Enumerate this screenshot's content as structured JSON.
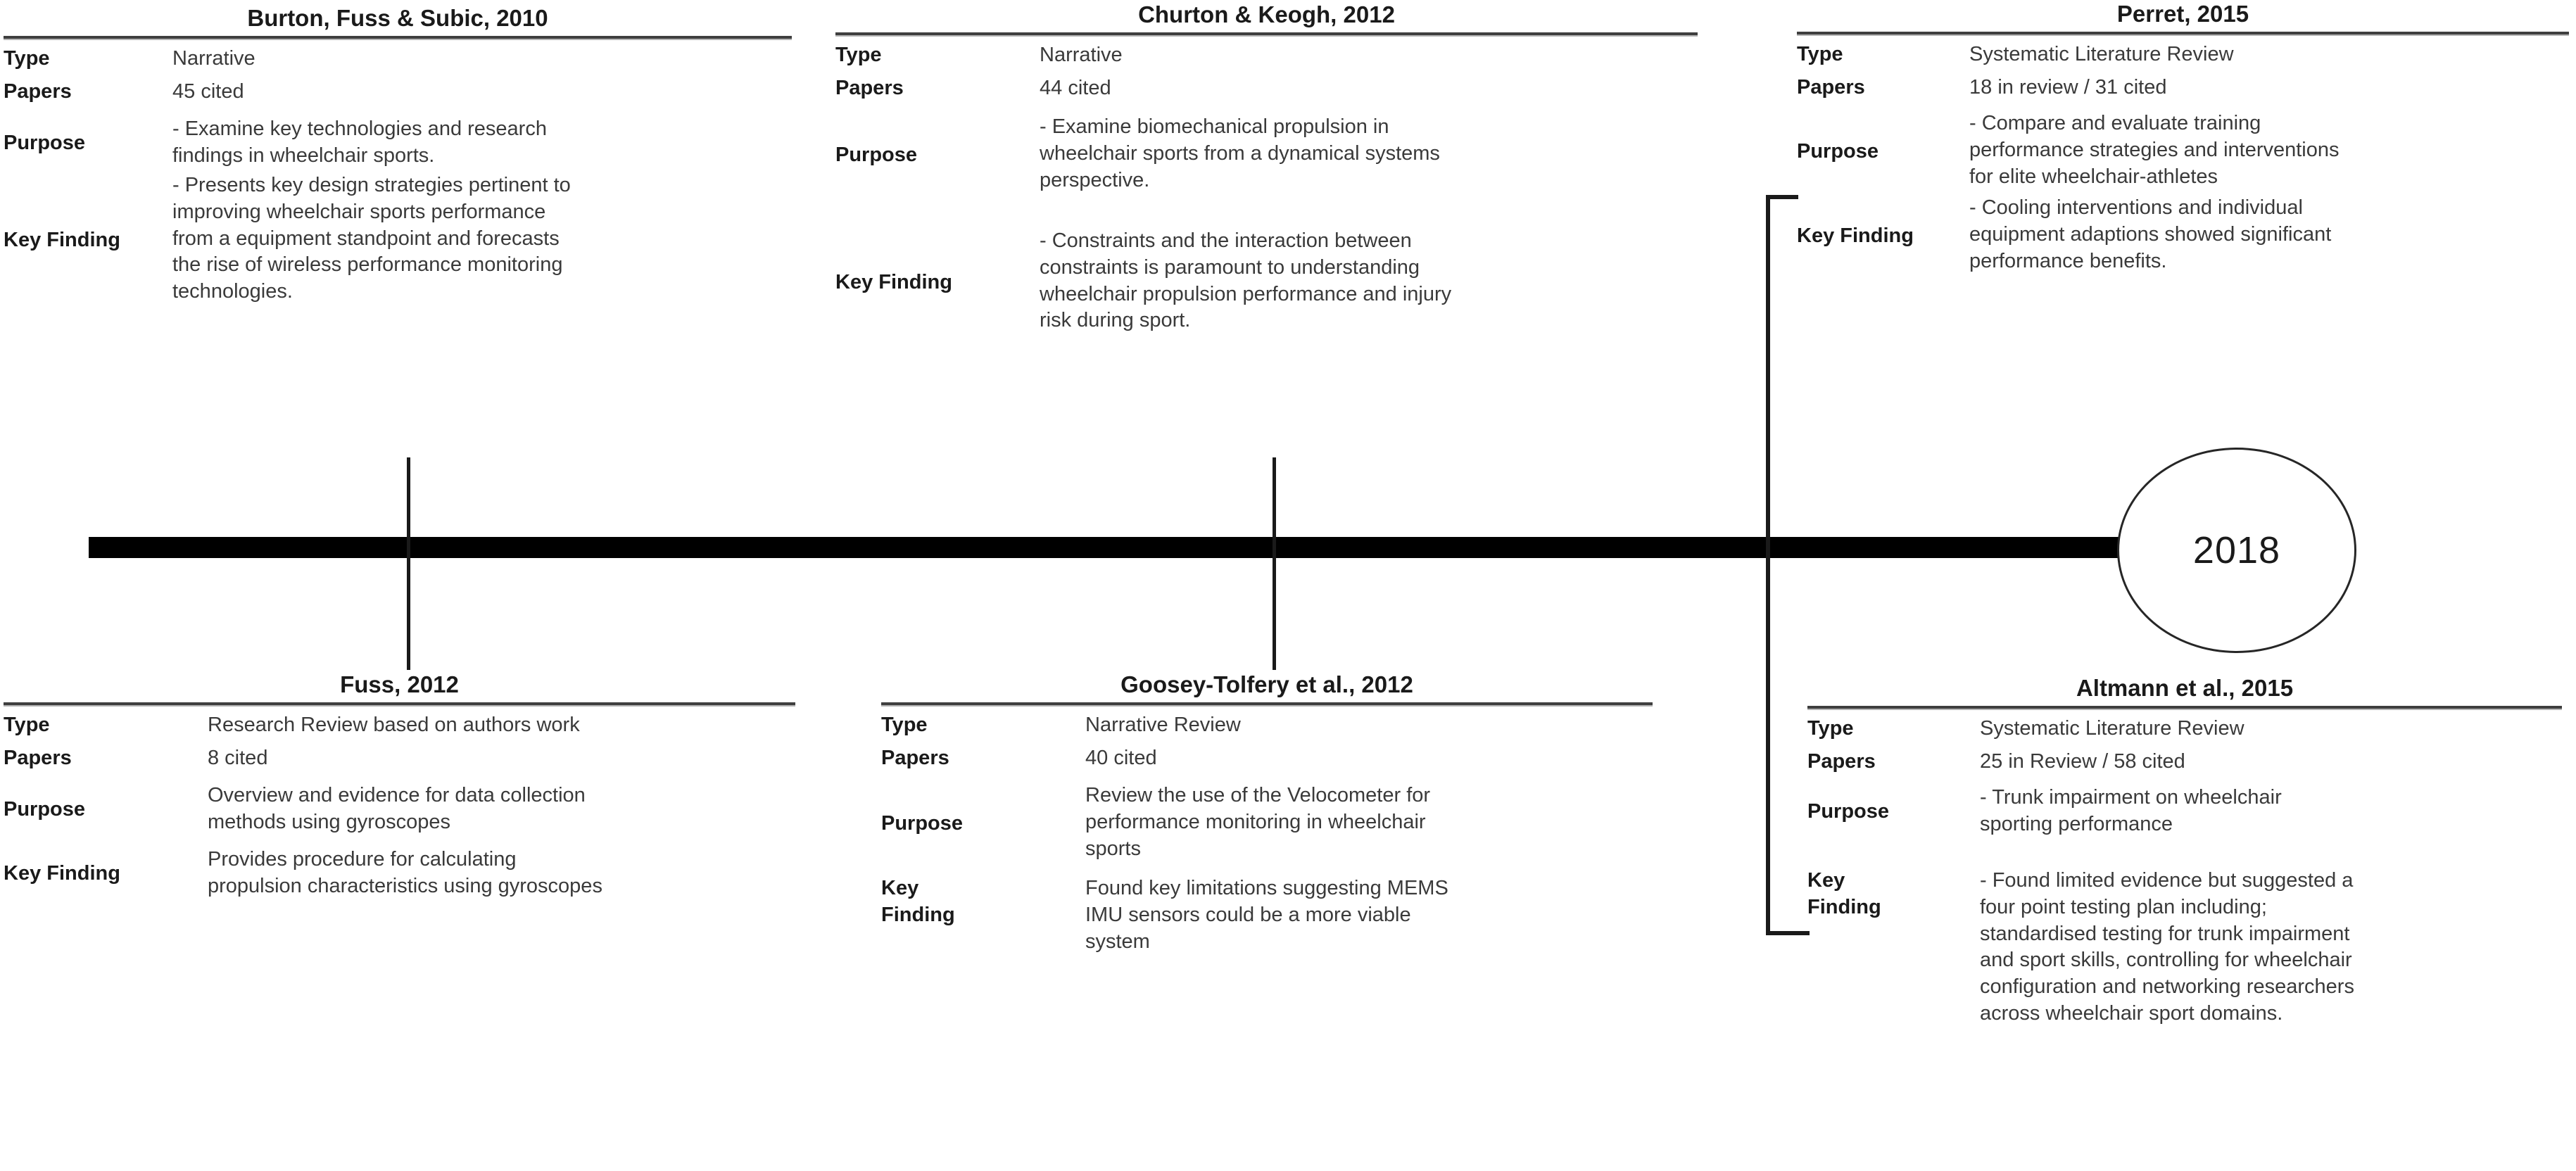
{
  "timeline": {
    "node_label": "2018",
    "spine_color": "#000000",
    "line_color": "#1a1a1a"
  },
  "field_labels": {
    "type": "Type",
    "papers": "Papers",
    "purpose": "Purpose",
    "key_finding": "Key Finding",
    "key_finding_wrapped": "Key\nFinding"
  },
  "cards": [
    {
      "id": "burton-fuss-subic-2010",
      "title": "Burton, Fuss & Subic, 2010",
      "rows": [
        {
          "label": "Type",
          "value": "Narrative"
        },
        {
          "label": "Papers",
          "value": "45 cited"
        },
        {
          "label": "Purpose",
          "value": "- Examine key technologies and research\nfindings in wheelchair sports."
        },
        {
          "label": "Key Finding",
          "value": "- Presents key design strategies pertinent to\nimproving wheelchair sports performance\nfrom a equipment standpoint and forecasts\nthe rise of wireless performance monitoring\ntechnologies."
        }
      ]
    },
    {
      "id": "churton-keogh-2012",
      "title": "Churton & Keogh, 2012",
      "rows": [
        {
          "label": "Type",
          "value": "Narrative"
        },
        {
          "label": "Papers",
          "value": "44 cited"
        },
        {
          "label": "Purpose",
          "value": "- Examine biomechanical propulsion in\nwheelchair sports from a dynamical systems\nperspective."
        },
        {
          "label": "Key Finding",
          "value": "- Constraints and the interaction between\nconstraints is paramount to understanding\nwheelchair propulsion performance and injury\nrisk during sport."
        }
      ]
    },
    {
      "id": "perret-2015",
      "title": "Perret, 2015",
      "rows": [
        {
          "label": "Type",
          "value": "Systematic Literature Review"
        },
        {
          "label": "Papers",
          "value": "18 in review / 31 cited"
        },
        {
          "label": "Purpose",
          "value": "- Compare and evaluate  training\nperformance strategies and interventions\nfor elite wheelchair-athletes"
        },
        {
          "label": "Key Finding",
          "value": "- Cooling interventions and individual\nequipment adaptions  showed significant\nperformance benefits."
        }
      ]
    },
    {
      "id": "fuss-2012",
      "title": "Fuss, 2012",
      "rows": [
        {
          "label": "Type",
          "value": "Research Review based on authors work"
        },
        {
          "label": "Papers",
          "value": "8 cited"
        },
        {
          "label": "Purpose",
          "value": "Overview and evidence for data collection\nmethods using gyroscopes"
        },
        {
          "label": "Key Finding",
          "value": "Provides procedure for calculating\npropulsion characteristics using gyroscopes"
        }
      ]
    },
    {
      "id": "goosey-tolfery-et-al-2012",
      "title": "Goosey-Tolfery et al., 2012",
      "rows": [
        {
          "label": "Type",
          "value": "Narrative Review"
        },
        {
          "label": "Papers",
          "value": "40 cited"
        },
        {
          "label": "Purpose",
          "value": "Review the use of the Velocometer for\nperformance monitoring in wheelchair\nsports"
        },
        {
          "label": "Key\nFinding",
          "value": "Found key limitations suggesting MEMS\nIMU sensors could be a more viable\nsystem"
        }
      ]
    },
    {
      "id": "altmann-et-al-2015",
      "title": "Altmann et al., 2015",
      "rows": [
        {
          "label": "Type",
          "value": "Systematic Literature Review"
        },
        {
          "label": "Papers",
          "value": "25 in Review / 58 cited"
        },
        {
          "label": "Purpose",
          "value": "- Trunk impairment on wheelchair\nsporting performance"
        },
        {
          "label": "Key\nFinding",
          "value": "- Found limited evidence but suggested a\nfour point testing plan including;\nstandardised testing for trunk impairment\nand sport skills, controlling for wheelchair\nconfiguration and networking researchers\nacross wheelchair sport domains."
        }
      ]
    }
  ]
}
